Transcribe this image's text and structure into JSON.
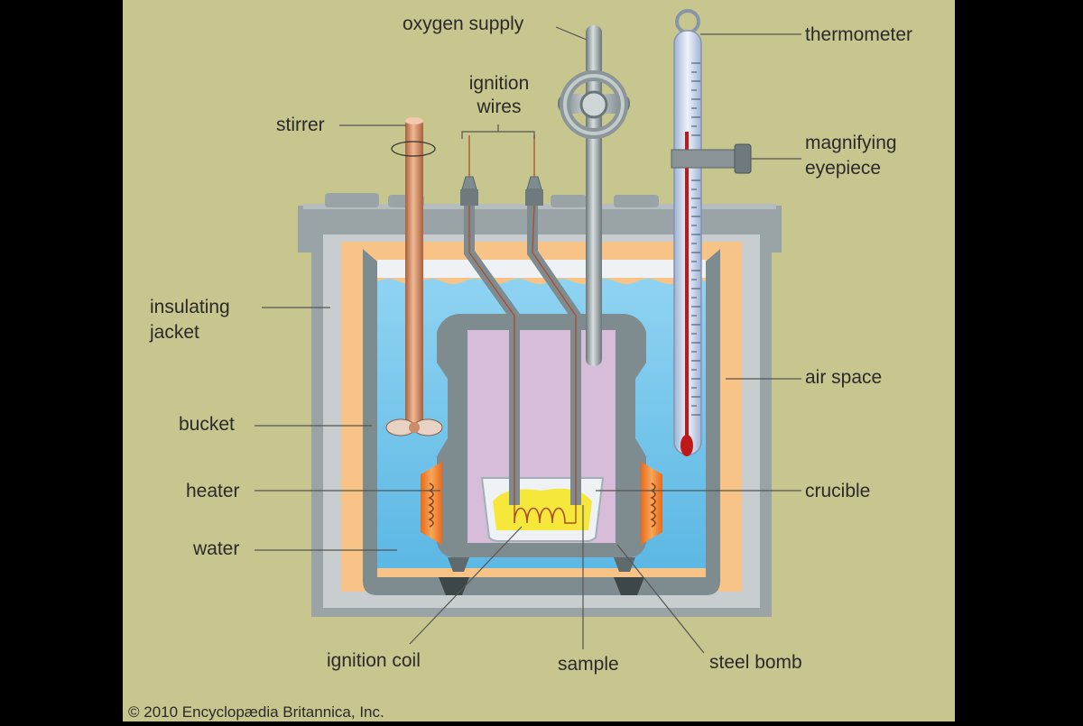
{
  "colors": {
    "background": "#c7c68e",
    "outer_frame": "#000000",
    "jacket_gray": "#9aa3a5",
    "jacket_light": "#c8cecf",
    "air_space": "#f8c386",
    "water": "#6ec3ea",
    "bomb_gray": "#7e8b8f",
    "sample_purple": "#d7bdda",
    "heater_orange": "#f07a22",
    "sample_yellow": "#f5e83a",
    "thermometer_red": "#c01818",
    "stirrer_copper": "#d38b63"
  },
  "labels": {
    "oxygen_supply": "oxygen supply",
    "thermometer": "thermometer",
    "ignition_wires": [
      "ignition",
      "wires"
    ],
    "stirrer": "stirrer",
    "magnifying_eyepiece": [
      "magnifying",
      "eyepiece"
    ],
    "insulating_jacket": [
      "insulating",
      "jacket"
    ],
    "air_space": "air space",
    "bucket": "bucket",
    "heater": "heater",
    "crucible": "crucible",
    "water": "water",
    "ignition_coil": "ignition coil",
    "sample": "sample",
    "steel_bomb": "steel bomb"
  },
  "credit": "© 2010 Encyclopædia Britannica, Inc."
}
